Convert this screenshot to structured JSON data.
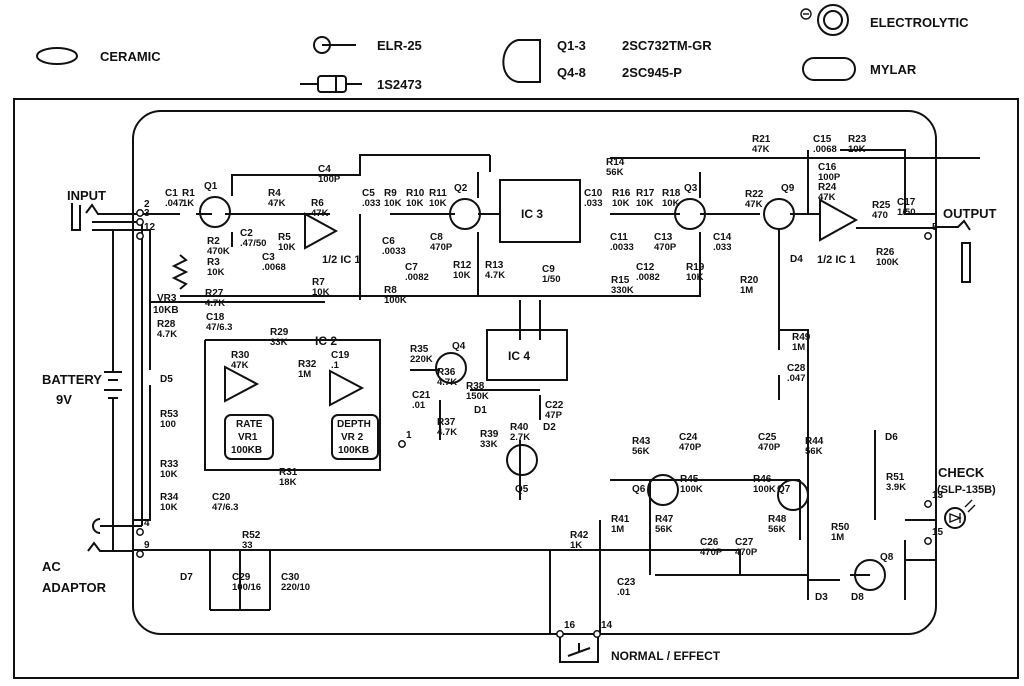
{
  "legend": {
    "ceramic": "CERAMIC",
    "elr": "ELR-25",
    "diode": "1S2473",
    "q1_3": "Q1-3",
    "q1_3_part": "2SC732TM-GR",
    "q4_8": "Q4-8",
    "q4_8_part": "2SC945-P",
    "electrolytic": "ELECTROLYTIC",
    "mylar": "MYLAR"
  },
  "io": {
    "input": "INPUT",
    "output": "OUTPUT",
    "battery": "BATTERY",
    "battery_v": "9V",
    "ac": "AC",
    "adaptor": "ADAPTOR",
    "check": "CHECK",
    "check_part": "(SLP-135B)",
    "normal_effect": "NORMAL / EFFECT"
  },
  "terminals": [
    "2",
    "3",
    "12",
    "4",
    "9",
    "5",
    "1",
    "13",
    "15",
    "16",
    "14"
  ],
  "ic": {
    "ic1a": "1/2 IC 1",
    "ic1b": "1/2 IC 1",
    "ic2": "IC 2",
    "ic3": "IC 3",
    "ic4": "IC 4"
  },
  "controls": {
    "rate": "RATE",
    "vr1": "VR1",
    "vr1_val": "100KB",
    "depth": "DEPTH",
    "vr2": "VR 2",
    "vr2_val": "100KB",
    "vr3": "VR3",
    "vr3_val": "10KB"
  },
  "components": [
    {
      "ref": "C1",
      "val": ".047"
    },
    {
      "ref": "R1",
      "val": "1K"
    },
    {
      "ref": "Q1",
      "val": ""
    },
    {
      "ref": "C2",
      "val": ".47/50"
    },
    {
      "ref": "R2",
      "val": "470K"
    },
    {
      "ref": "R3",
      "val": "10K"
    },
    {
      "ref": "R4",
      "val": "47K"
    },
    {
      "ref": "R5",
      "val": "10K"
    },
    {
      "ref": "C3",
      "val": ".0068"
    },
    {
      "ref": "C4",
      "val": "100P"
    },
    {
      "ref": "R6",
      "val": "47K"
    },
    {
      "ref": "R7",
      "val": "10K"
    },
    {
      "ref": "C5",
      "val": ".033"
    },
    {
      "ref": "R9",
      "val": "10K"
    },
    {
      "ref": "R10",
      "val": "10K"
    },
    {
      "ref": "R11",
      "val": "10K"
    },
    {
      "ref": "Q2",
      "val": ""
    },
    {
      "ref": "C6",
      "val": ".0033"
    },
    {
      "ref": "C7",
      "val": ".0082"
    },
    {
      "ref": "C8",
      "val": "470P"
    },
    {
      "ref": "R8",
      "val": "100K"
    },
    {
      "ref": "R12",
      "val": "10K"
    },
    {
      "ref": "R13",
      "val": "4.7K"
    },
    {
      "ref": "C9",
      "val": "1/50"
    },
    {
      "ref": "R14",
      "val": "56K"
    },
    {
      "ref": "C10",
      "val": ".033"
    },
    {
      "ref": "R16",
      "val": "10K"
    },
    {
      "ref": "R17",
      "val": "10K"
    },
    {
      "ref": "R18",
      "val": "10K"
    },
    {
      "ref": "Q3",
      "val": ""
    },
    {
      "ref": "C11",
      "val": ".0033"
    },
    {
      "ref": "C12",
      "val": ".0082"
    },
    {
      "ref": "C13",
      "val": "470P"
    },
    {
      "ref": "C14",
      "val": ".033"
    },
    {
      "ref": "R15",
      "val": "330K"
    },
    {
      "ref": "R19",
      "val": "10K"
    },
    {
      "ref": "R20",
      "val": "1M"
    },
    {
      "ref": "R21",
      "val": "47K"
    },
    {
      "ref": "R22",
      "val": "47K"
    },
    {
      "ref": "Q9",
      "val": ""
    },
    {
      "ref": "D4",
      "val": ""
    },
    {
      "ref": "C15",
      "val": ".0068"
    },
    {
      "ref": "R23",
      "val": "10K"
    },
    {
      "ref": "C16",
      "val": "100P"
    },
    {
      "ref": "R24",
      "val": "47K"
    },
    {
      "ref": "R25",
      "val": "470"
    },
    {
      "ref": "C17",
      "val": "1/50"
    },
    {
      "ref": "R26",
      "val": "100K"
    },
    {
      "ref": "R27",
      "val": "4.7K"
    },
    {
      "ref": "R28",
      "val": "4.7K"
    },
    {
      "ref": "C18",
      "val": "47/6.3"
    },
    {
      "ref": "R29",
      "val": "33K"
    },
    {
      "ref": "R30",
      "val": "47K"
    },
    {
      "ref": "R32",
      "val": "1M"
    },
    {
      "ref": "C19",
      "val": ".1"
    },
    {
      "ref": "R31",
      "val": "18K"
    },
    {
      "ref": "R35",
      "val": "220K"
    },
    {
      "ref": "Q4",
      "val": ""
    },
    {
      "ref": "C21",
      "val": ".01"
    },
    {
      "ref": "R36",
      "val": "4.7K"
    },
    {
      "ref": "R37",
      "val": "4.7K"
    },
    {
      "ref": "R38",
      "val": "150K"
    },
    {
      "ref": "D1",
      "val": ""
    },
    {
      "ref": "C22",
      "val": "47P"
    },
    {
      "ref": "R39",
      "val": "33K"
    },
    {
      "ref": "R40",
      "val": "2.7K"
    },
    {
      "ref": "D2",
      "val": ""
    },
    {
      "ref": "Q5",
      "val": ""
    },
    {
      "ref": "R33",
      "val": "10K"
    },
    {
      "ref": "R34",
      "val": "10K"
    },
    {
      "ref": "C20",
      "val": "47/6.3"
    },
    {
      "ref": "D5",
      "val": ""
    },
    {
      "ref": "R53",
      "val": "100"
    },
    {
      "ref": "R49",
      "val": "1M"
    },
    {
      "ref": "C28",
      "val": ".047"
    },
    {
      "ref": "R43",
      "val": "56K"
    },
    {
      "ref": "C24",
      "val": "470P"
    },
    {
      "ref": "C25",
      "val": "470P"
    },
    {
      "ref": "R44",
      "val": "56K"
    },
    {
      "ref": "Q6",
      "val": ""
    },
    {
      "ref": "R45",
      "val": "100K"
    },
    {
      "ref": "R46",
      "val": "100K"
    },
    {
      "ref": "Q7",
      "val": ""
    },
    {
      "ref": "R47",
      "val": "56K"
    },
    {
      "ref": "C26",
      "val": "470P"
    },
    {
      "ref": "C27",
      "val": "470P"
    },
    {
      "ref": "R48",
      "val": "56K"
    },
    {
      "ref": "R41",
      "val": "1M"
    },
    {
      "ref": "R42",
      "val": "1K"
    },
    {
      "ref": "C23",
      "val": ".01"
    },
    {
      "ref": "D3",
      "val": ""
    },
    {
      "ref": "R50",
      "val": "1M"
    },
    {
      "ref": "D8",
      "val": ""
    },
    {
      "ref": "Q8",
      "val": ""
    },
    {
      "ref": "D6",
      "val": ""
    },
    {
      "ref": "R51",
      "val": "3.9K"
    },
    {
      "ref": "R52",
      "val": "33"
    },
    {
      "ref": "D7",
      "val": ""
    },
    {
      "ref": "C29",
      "val": "100/16"
    },
    {
      "ref": "C30",
      "val": "220/10"
    }
  ]
}
